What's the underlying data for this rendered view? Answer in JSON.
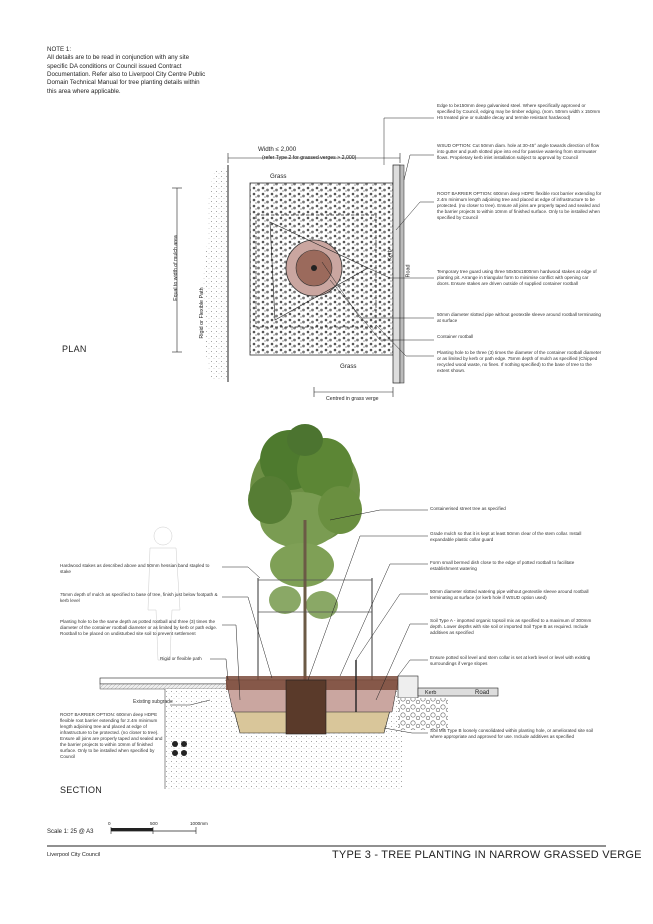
{
  "note": {
    "heading": "NOTE 1:",
    "text": "All details are to be read in conjunction with any site specific DA conditions or Council issued Contract Documentation. Refer also to Liverpool City Centre Public Domain Technical Manual for tree planting details within this area where applicable."
  },
  "plan": {
    "view_label": "PLAN",
    "width_label": "Width ≤ 2,000",
    "width_sub": "(refer Type 2 for grassed verges > 2,000)",
    "grass_top": "Grass",
    "grass_bottom": "Grass",
    "centred": "Centred in grass verge",
    "equal_label": "Equal to width of mulch area",
    "path_label": "Rigid or Flexible Path",
    "kerb": "Kerb",
    "road": "Road",
    "annotations": [
      "Edge to be150mm deep galvanised steel. Where specifically approved or specified by Council, edging may be timber edging. (nom. 50mm width x 150mm H5 treated pine or suitable decay and termite resistant hardwood)",
      "WSUD OPTION: Cut 50mm diam. hole at 30-45° angle towards direction of flow into gutter and push slotted pipe into end for passive watering from stormwater flows. Proprietary kerb inlet installation subject to approval by Council",
      "ROOT BARRIER OPTION: 600mm deep HDPE flexible root barrier extending for 2.4m minimum length adjoining tree and placed at edge of infrastructure to be protected. (no closer to tree). Ensure all joins are properly taped and sealed and the barrier projects to within 10mm of finished surface. Only to be installed when specified by Council",
      "Temporary tree guard using three 50x50x1800mm hardwood stakes at edge of planting pit. Arrange in triangular form to minimise conflict with opening car doors. Ensure stakes are driven outside of supplied container rootball",
      "50mm diameter slotted pipe without geotextile sleeve around rootball terminating at surface",
      "Container rootball",
      "Planting hole to be three (3) times the diameter of the container rootball diameter or as limited by kerb or path edge. 75mm depth of mulch as specified (Chipped recycled wood waste, no fines. If nothing specified) to the base of tree to the extent shown."
    ]
  },
  "section": {
    "view_label": "SECTION",
    "kerb": "Kerb",
    "road": "Road",
    "existing_subgrade": "Existing subgrade",
    "rigid_path": "Rigid or flexible path",
    "left_annotations": [
      "Hardwood stakes as described above and 50mm hessian band stapled to stake",
      "75mm depth of mulch as specified to base of tree, finish just below footpath & kerb level",
      "Planting hole to be the same depth as potted rootball and three (3) times the diameter of the container rootball diameter or as limited by kerb or path edge. Rootball to be placed on undisturbed site soil to prevent settlement"
    ],
    "root_barrier": "ROOT BARRIER OPTION: 600mm deep HDPE flexible root barrier extending for 2.4m minimum length adjoining tree and placed at edge of infrastructure to be protected. (no closer to tree). Ensure all joins are properly taped and sealed and the barrier projects to within 10mm of finished surface. Only to be installed when specified by Council",
    "right_annotations": [
      "Containerised street tree as specified",
      "Grade mulch so that it is kept at least 50mm clear of the stem collar. Install expandable plastic collar guard",
      "Form small bermed dish close to the edge of potted rootball to facilitate establishment watering",
      "50mm diameter slotted watering pipe without geotextile sleeve around rootball terminating at surface (or kerb hole if WSUD option used)",
      "Soil Type A - imported organic topsoil mix as specified to a maximum of 300mm depth. Lower depths with site soil or imported Soil Type B as required. Include additives as specified",
      "Ensure potted soil level and stem collar is set at kerb level or level with existing surroundings if verge slopes",
      "Soil Mix Type B loosely consolidated within planting hole, or ameliorated site soil where appropriate and approved for use. Include additives as specified"
    ]
  },
  "scale": {
    "label": "Scale 1: 25 @ A3",
    "ticks": [
      "0",
      "500",
      "1000mm"
    ]
  },
  "footer": {
    "council": "Liverpool City Council",
    "title": "TYPE 3 - TREE PLANTING IN NARROW GRASSED VERGE"
  },
  "colors": {
    "line": "#222222",
    "mulch": "#7a4a3a",
    "soil_a": "#caa6a0",
    "soil_b": "#d9c69a",
    "tree": "#4e7a2e"
  }
}
